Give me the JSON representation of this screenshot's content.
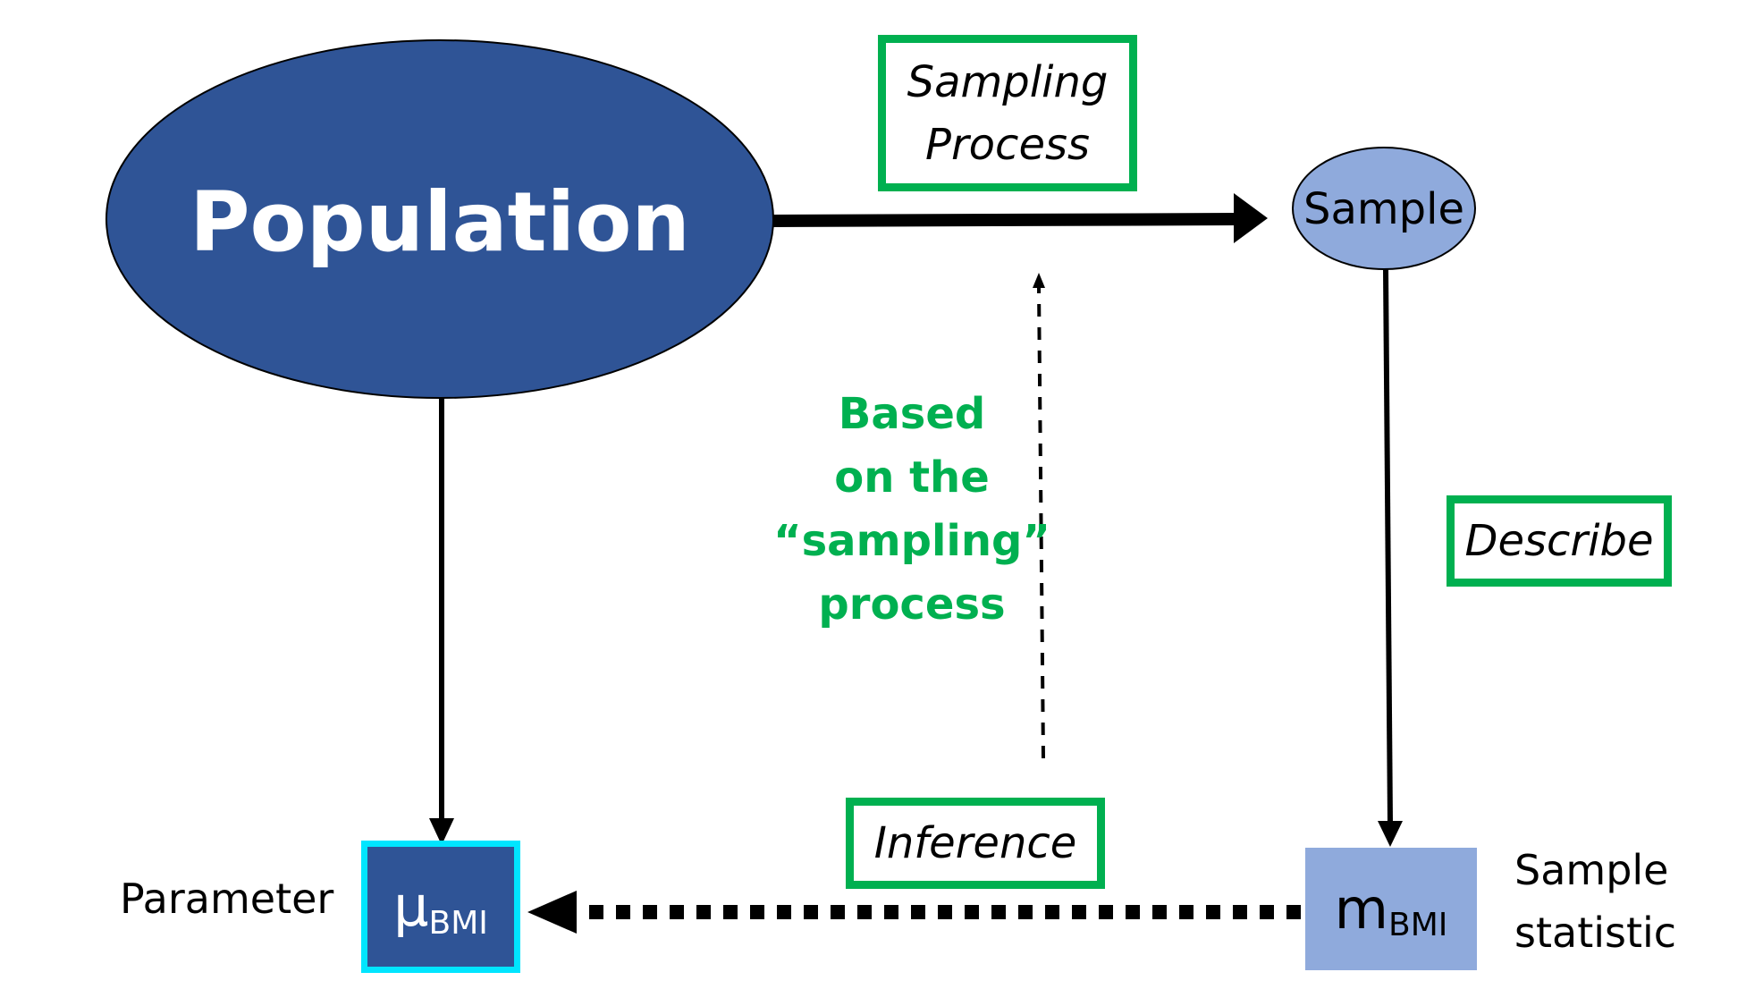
{
  "nodes": {
    "population": {
      "label": "Population"
    },
    "sample": {
      "label": "Sample"
    },
    "parameter_symbol": {
      "main": "μ",
      "sub": "BMI"
    },
    "statistic_symbol": {
      "main": "m",
      "sub": "BMI"
    }
  },
  "edges": {
    "sampling_process": {
      "label_line1": "Sampling",
      "label_line2": "Process"
    },
    "describe": {
      "label": "Describe"
    },
    "inference": {
      "label": "Inference"
    }
  },
  "annotations": {
    "parameter": {
      "label": "Parameter"
    },
    "sample_statistic": {
      "line1": "Sample",
      "line2": "statistic"
    },
    "sampling_note": {
      "line1": "Based",
      "line2": "on the",
      "line3": "“sampling”",
      "line4": "process"
    }
  },
  "colors": {
    "population_fill": "#2f5496",
    "sample_fill": "#8faadc",
    "statistic_fill": "#8faadc",
    "parameter_fill": "#2f5496",
    "parameter_border": "#00e5ff",
    "label_box_border": "#00b050",
    "note_text": "#00b050"
  }
}
